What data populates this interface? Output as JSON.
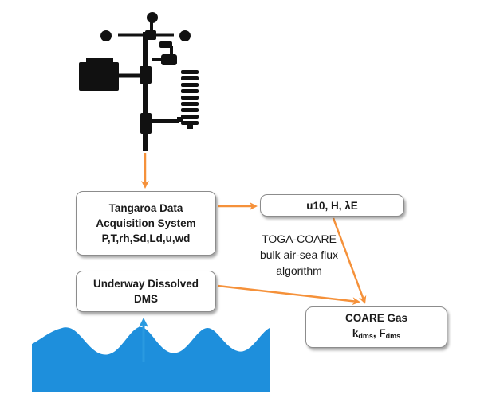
{
  "tangaroa": {
    "line1": "Tangaroa Data",
    "line2": "Acquisition System",
    "line3": "P,T,rh,Sd,Ld,u,wd"
  },
  "u10_box": {
    "label": "u10, H, λE"
  },
  "algorithm": {
    "line1": "TOGA-COARE",
    "line2": "bulk air-sea flux",
    "line3": "algorithm"
  },
  "dms_box": {
    "line1": "Underway Dissolved",
    "line2": "DMS"
  },
  "coare_box": {
    "line1": "COARE Gas",
    "k": "k",
    "k_sub": "dms",
    "sep": ", ",
    "f": "F",
    "f_sub": "dms"
  },
  "colors": {
    "arrow": "#f5913a",
    "sea": "#1e8fdc",
    "up_arrow": "#2a9ae0",
    "station": "#111111"
  },
  "icons": {
    "weather_station": "weather-station-icon",
    "sea_waves": "sea-waves-icon"
  }
}
